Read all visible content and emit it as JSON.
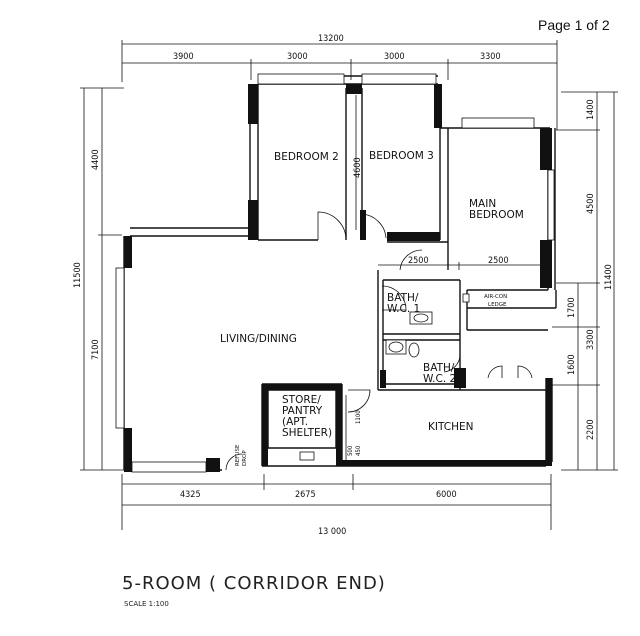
{
  "page": {
    "label": "Page 1 of 2"
  },
  "title": "5-ROOM  ( CORRIDOR END)",
  "scale": "SCALE 1:100",
  "rooms": {
    "bedroom2": "BEDROOM 2",
    "bedroom3": "BEDROOM 3",
    "main_bedroom": [
      "MAIN",
      "BEDROOM"
    ],
    "living_dining": "LIVING/DINING",
    "bath1": [
      "BATH/",
      "W.C. 1"
    ],
    "bath2": [
      "BATH/",
      "W.C. 2"
    ],
    "aircon": [
      "AIR-CON",
      "LEDGE"
    ],
    "store": [
      "STORE/",
      "PANTRY",
      "(APT.",
      "SHELTER)"
    ],
    "kitchen": "KITCHEN",
    "refuse": [
      "REFUSE",
      "DROP"
    ]
  },
  "dimensions": {
    "top_overall": "13200",
    "top_segments": [
      "3900",
      "3000",
      "3000",
      "3300"
    ],
    "bottom_segments": [
      "4325",
      "2675",
      "6000"
    ],
    "bottom_overall": "13 000",
    "left_overall": "11500",
    "left_segments": [
      "4400",
      "7100"
    ],
    "right_overall": "11400",
    "right_segments": [
      "1400",
      "4500",
      "1700",
      "1600",
      "2200"
    ],
    "right_inner": "3300",
    "corridor_4600": "4600",
    "bath_widths": [
      "2500",
      "2500"
    ],
    "store_small": [
      "1100",
      "500",
      "450"
    ]
  }
}
